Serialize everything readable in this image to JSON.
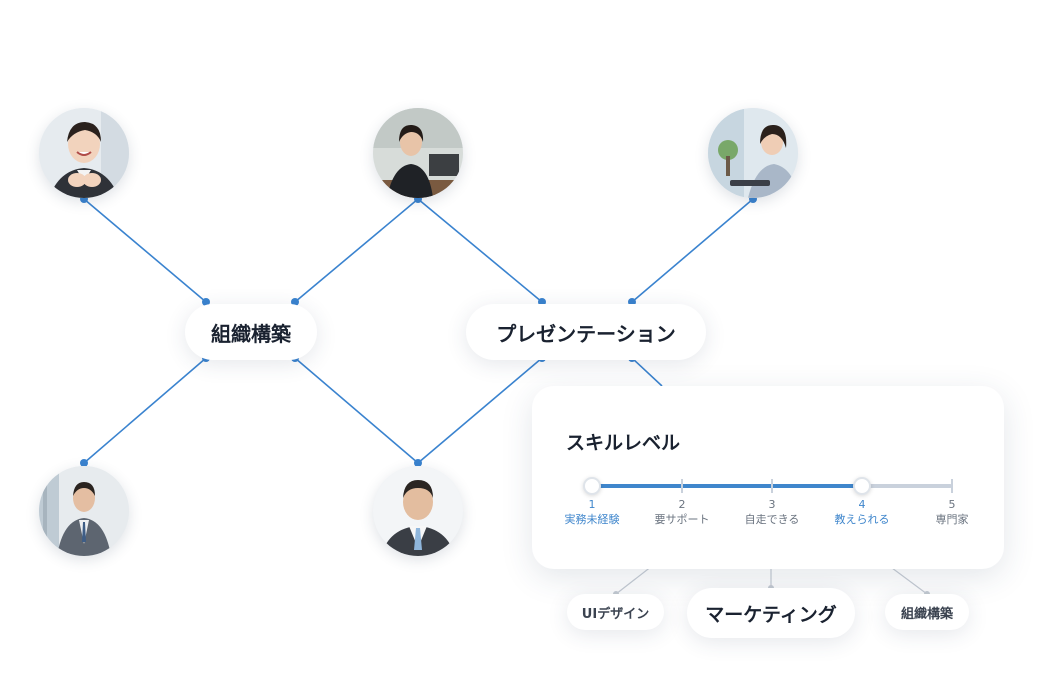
{
  "nodes": {
    "skill_left": "組織構築",
    "skill_center": "プレゼンテーション"
  },
  "card": {
    "title": "スキルレベル",
    "levels": [
      {
        "num": "1",
        "label": "実務未経験",
        "active": true
      },
      {
        "num": "2",
        "label": "要サポート",
        "active": false
      },
      {
        "num": "3",
        "label": "自走できる",
        "active": false
      },
      {
        "num": "4",
        "label": "教えられる",
        "active": true
      },
      {
        "num": "5",
        "label": "専門家",
        "active": false
      }
    ],
    "level_range": [
      1,
      4
    ]
  },
  "related_skills": {
    "left": "UIデザイン",
    "center": "マーケティング",
    "right": "組織構築"
  },
  "colors": {
    "accent": "#3f86cc",
    "link_line": "#3a83cf",
    "muted_line": "#c9d1dc",
    "text": "#1a2230"
  }
}
